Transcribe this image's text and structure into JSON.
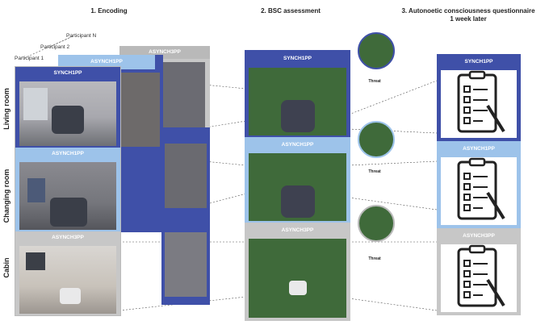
{
  "headings": {
    "encoding": "1. Encoding",
    "bsc": "2. BSC assessment",
    "questionnaire_line1": "3. Autonoetic consciousness questionnaire",
    "questionnaire_line2": "1 week later"
  },
  "participants": [
    "Participant N",
    "Participant 2",
    "Participant 1"
  ],
  "rooms": [
    "Living room",
    "Changing room",
    "Cabin"
  ],
  "conditions": {
    "synch1pp": "SYNCH1PP",
    "asynch1pp": "ASYNCH1PP",
    "asynch3pp": "ASYNCH3PP"
  },
  "threat_label": "Threat",
  "colors": {
    "synch1pp": "#3f50a8",
    "asynch1pp": "#9dc3ea",
    "asynch3pp": "#b9b9b9",
    "scene_green": "#3f6a3a"
  }
}
